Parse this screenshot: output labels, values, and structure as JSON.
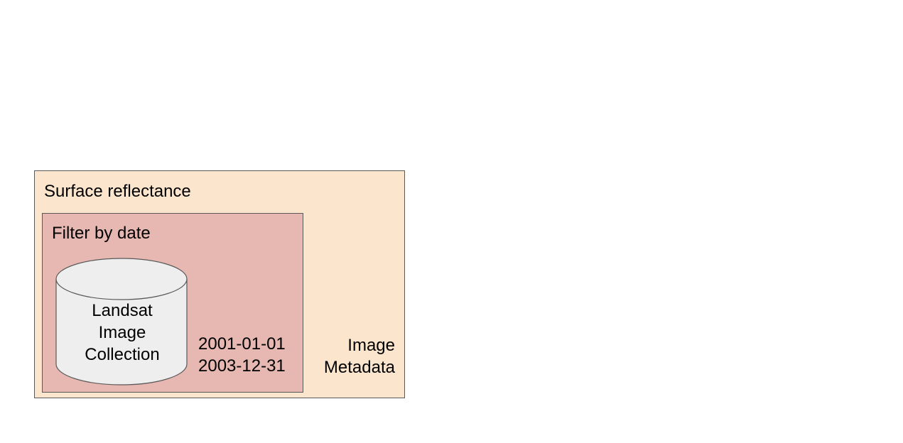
{
  "diagram": {
    "outer": {
      "title": "Surface reflectance",
      "note_lines": [
        "Image",
        "Metadata"
      ],
      "fill": "#fce5cd"
    },
    "inner": {
      "title": "Filter by date",
      "date_lines": [
        "2001-01-01",
        "2003-12-31"
      ],
      "fill": "#e6b8b1"
    },
    "collection": {
      "lines": [
        "Landsat",
        "Image",
        "Collection"
      ],
      "fill": "#eeeeee",
      "shape": "cylinder"
    },
    "stroke_color": "#595959"
  }
}
